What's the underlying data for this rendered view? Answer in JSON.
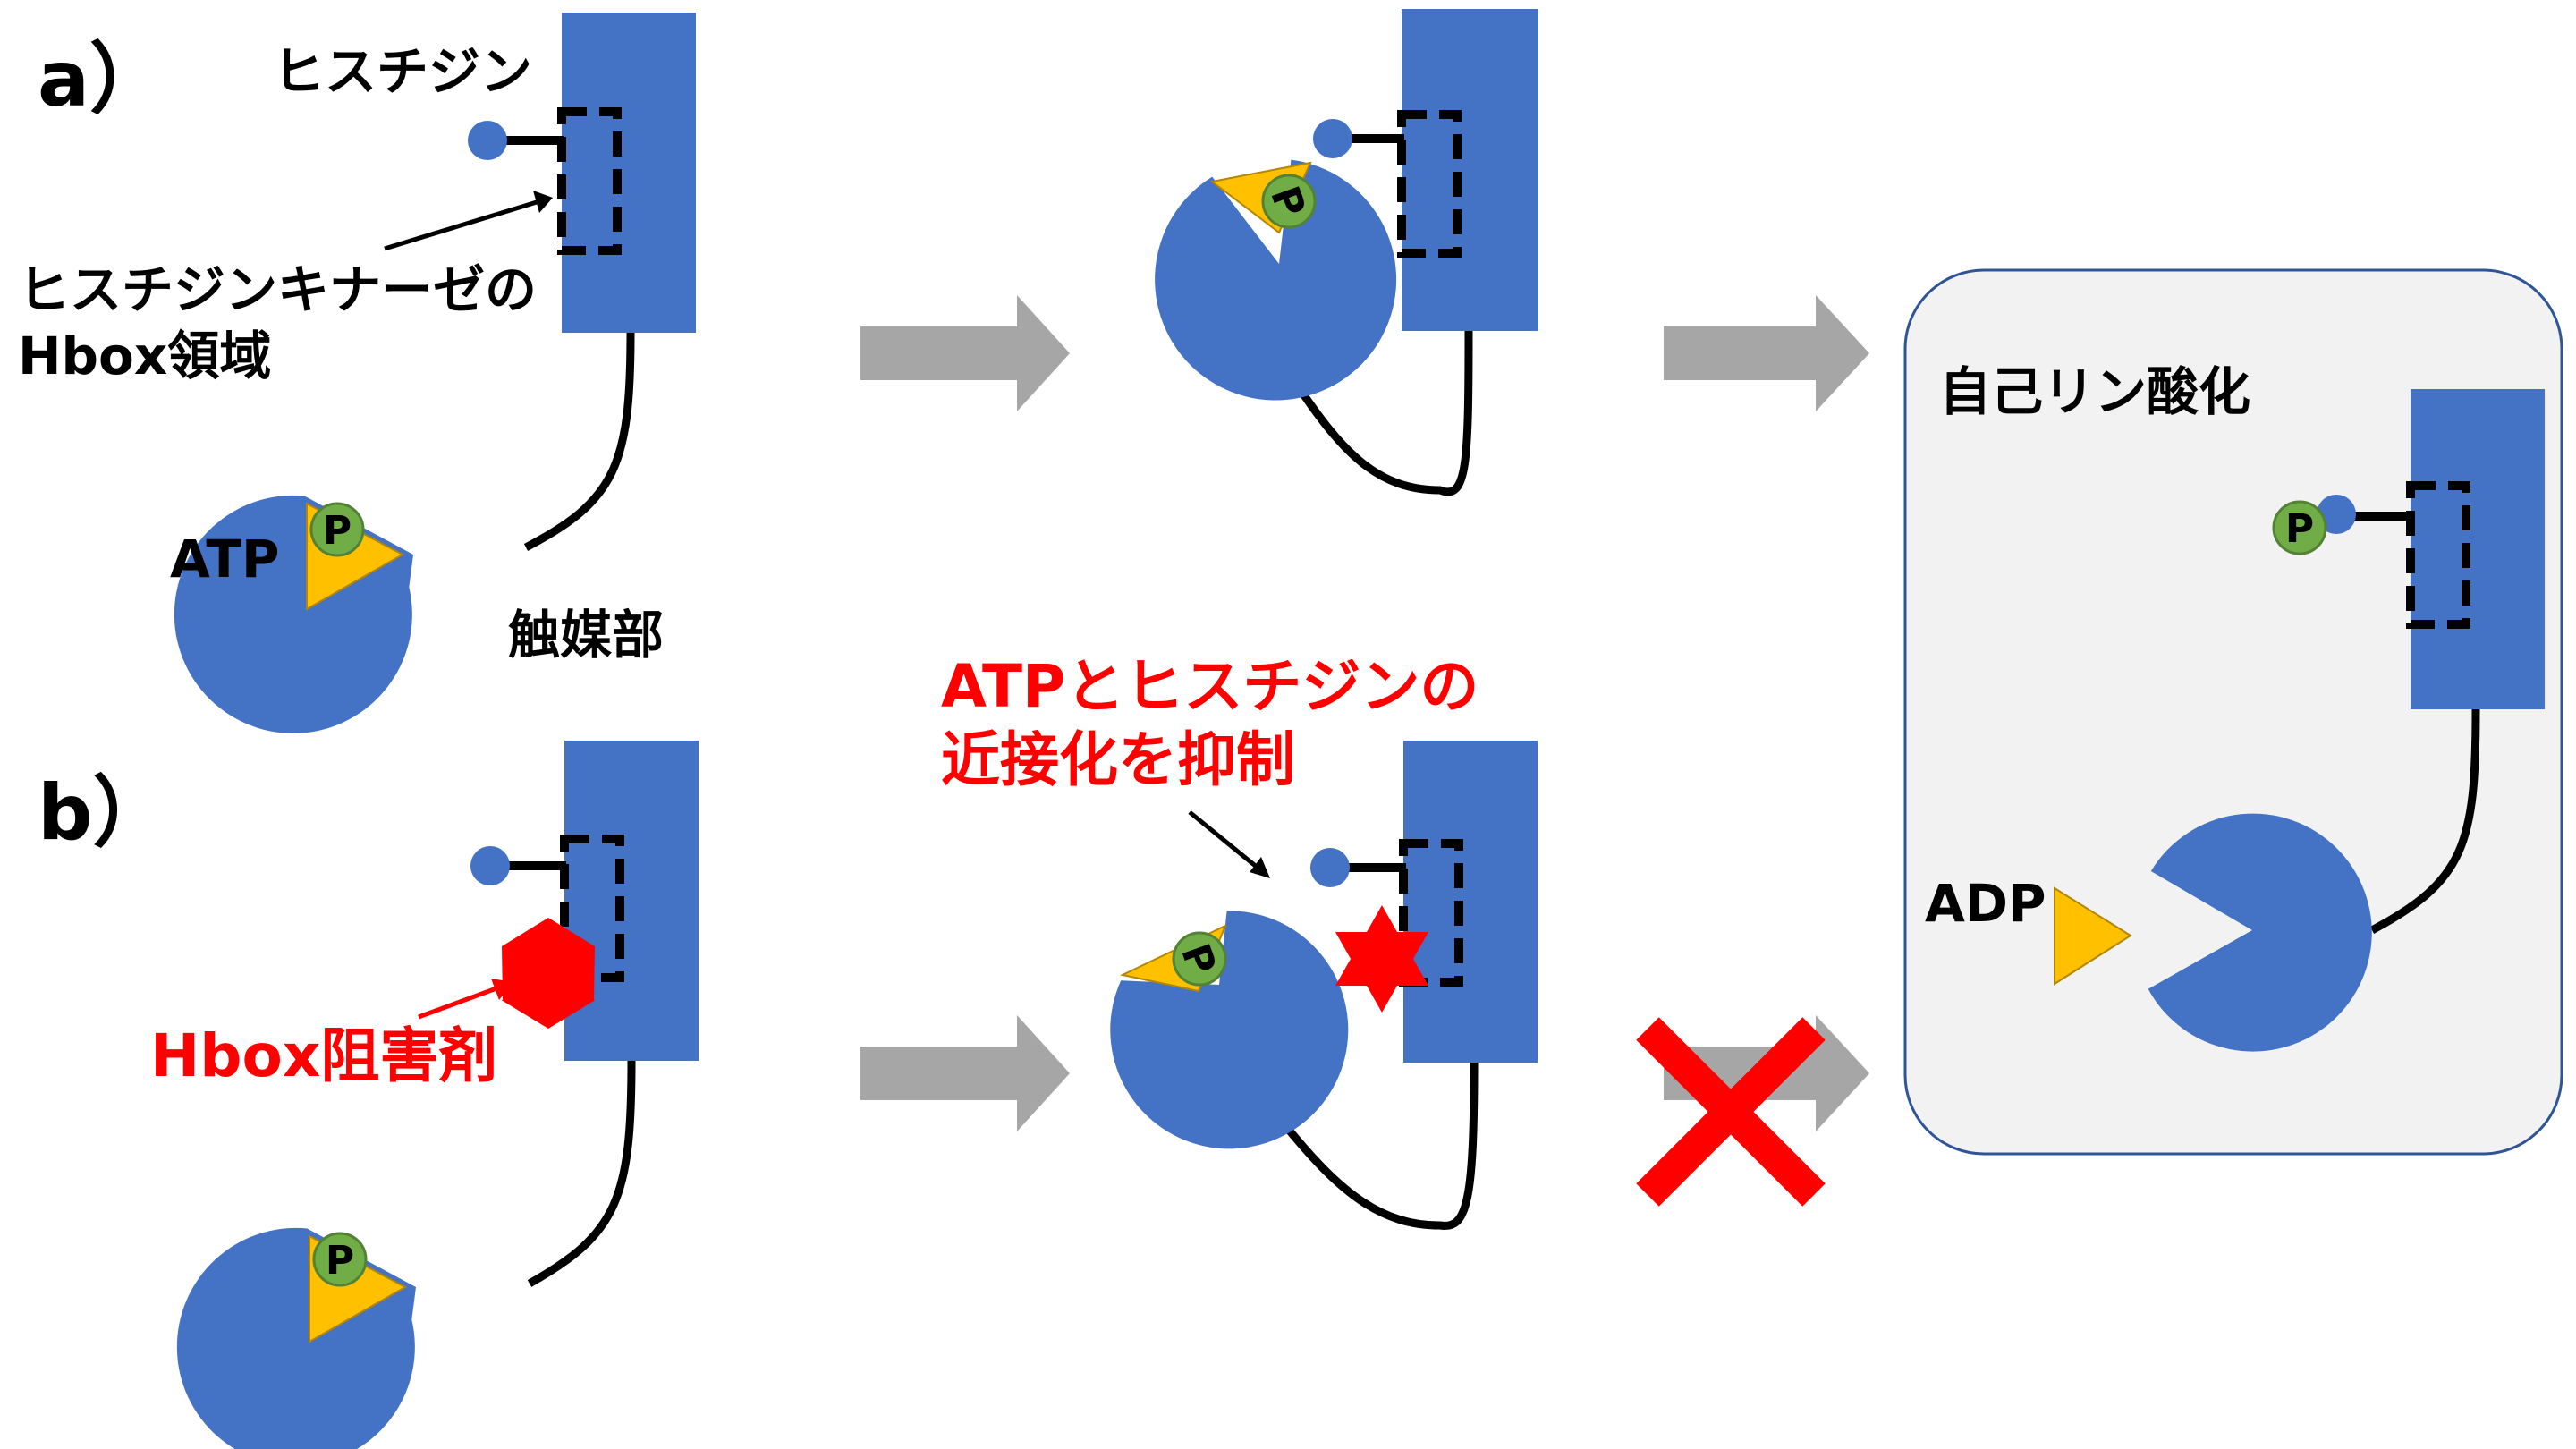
{
  "panels": {
    "a": "a）",
    "b": "b）"
  },
  "labels": {
    "histidine": "ヒスチジン",
    "hbox_line1": "ヒスチジンキナーゼの",
    "hbox_line2": "Hbox領域",
    "atp": "ATP",
    "catalytic": "触媒部",
    "autophos": "自己リン酸化",
    "adp": "ADP",
    "phosphate": "P"
  },
  "red_labels": {
    "inhibitor": "Hbox阻害剤",
    "inhibit_line1": "ATPとヒスチジンの",
    "inhibit_line2": "近接化を抑制"
  },
  "colors": {
    "protein": "#4472c4",
    "atp": "#ffc000",
    "phosphate": "#70ad47",
    "arrow": "#a6a6a6",
    "inhibitor": "#ff0000",
    "box_fill": "#f2f2f2",
    "box_border": "#2f5597"
  },
  "icons": [
    "histidine-dot-icon",
    "phosphate-icon",
    "atp-triangle-icon",
    "inhibitor-star-icon",
    "blocked-cross-icon",
    "process-arrow-icon"
  ]
}
